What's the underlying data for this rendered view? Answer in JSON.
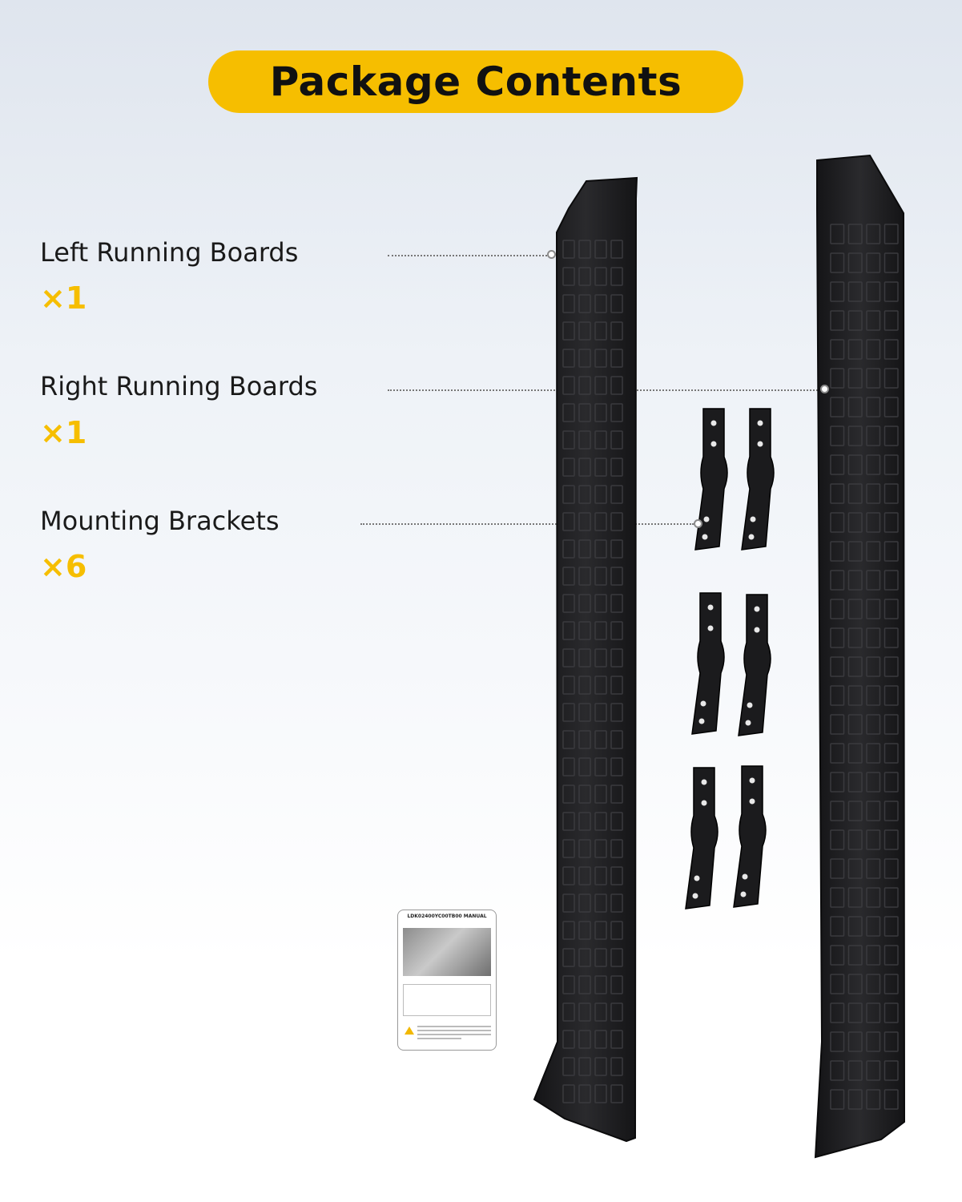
{
  "header": {
    "title": "Package Contents"
  },
  "colors": {
    "accent": "#F6BE00",
    "board": "#1c1c1e",
    "text": "#1a1a1a"
  },
  "items": [
    {
      "label": "Left Running Boards",
      "quantity": "×1"
    },
    {
      "label": "Right Running Boards",
      "quantity": "×1"
    },
    {
      "label": "Mounting Brackets",
      "quantity": "×6"
    }
  ],
  "manual": {
    "title": "LDK02400YC00TB00 MANUAL"
  }
}
